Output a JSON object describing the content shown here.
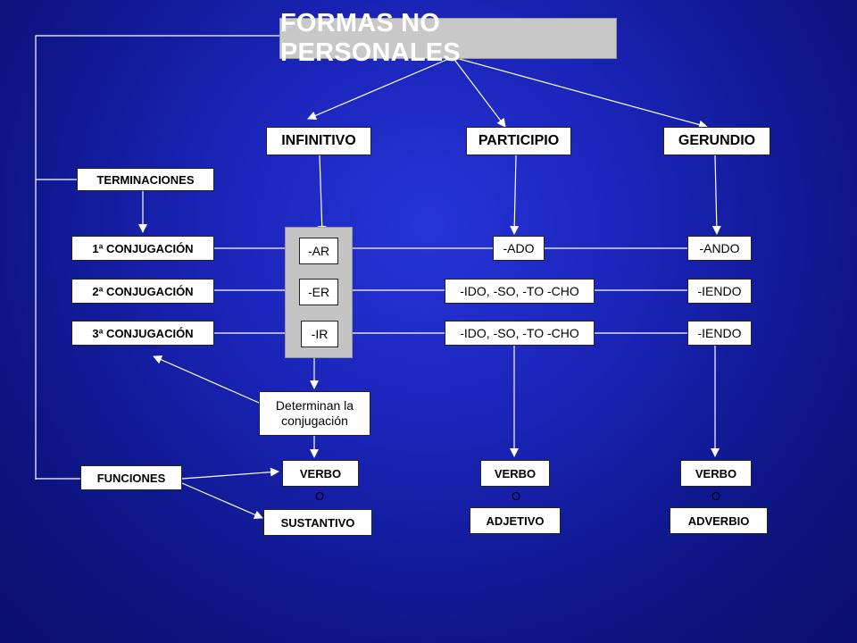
{
  "title": "FORMAS NO PERSONALES",
  "forms": {
    "infinitivo": "INFINITIVO",
    "participio": "PARTICIPIO",
    "gerundio": "GERUNDIO"
  },
  "terminaciones": "TERMINACIONES",
  "conjugaciones": [
    "1ª CONJUGACIÓN",
    "2ª CONJUGACIÓN",
    "3ª CONJUGACIÓN"
  ],
  "infinitivo_endings": [
    "-AR",
    "-ER",
    "-IR"
  ],
  "participio_endings": [
    "-ADO",
    "-IDO, -SO, -TO -CHO",
    "-IDO, -SO, -TO -CHO"
  ],
  "gerundio_endings": [
    "-ANDO",
    "-IENDO",
    "-IENDO"
  ],
  "determinan": "Determinan la conjugación",
  "funciones": "FUNCIONES",
  "verbo": "VERBO",
  "o": "O",
  "sustantivo": "SUSTANTIVO",
  "adjetivo": "ADJETIVO",
  "adverbio": "ADVERBIO",
  "colors": {
    "background": "#1a24b8",
    "box_fill": "#ffffff",
    "title_fill": "#c8c8c8",
    "title_text": "#ffffff",
    "connector": "#ffffff",
    "panel": "#c4c4c4"
  }
}
